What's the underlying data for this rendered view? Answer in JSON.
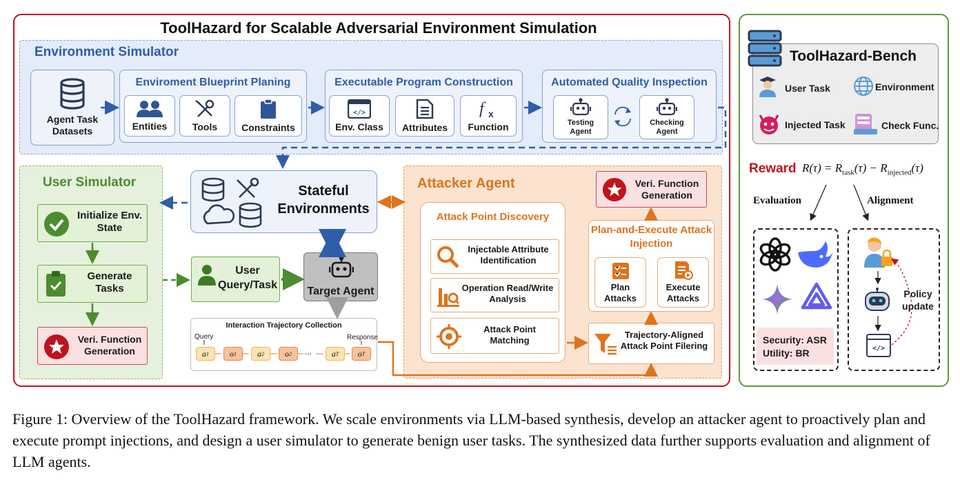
{
  "title": "ToolHazard for Scalable Adversarial Environment Simulation",
  "environment_simulator": {
    "title": "Environment Simulator",
    "datasets": "Agent Task Datasets",
    "blueprint": {
      "title": "Enviroment Blueprint Planing",
      "items": [
        "Entities",
        "Tools",
        "Constraints"
      ]
    },
    "program": {
      "title": "Executable Program Construction",
      "items": [
        "Env. Class",
        "Attributes",
        "Function"
      ]
    },
    "inspection": {
      "title": "Automated Quality Inspection",
      "testing": "Testing Agent",
      "checking": "Checking Agent"
    }
  },
  "stateful_env": "Stateful Environments",
  "user_simulator": {
    "title": "User Simulator",
    "steps": [
      "Initialize Env. State",
      "Generate Tasks",
      "Veri. Function Generation"
    ]
  },
  "user_query": "User Query/Task",
  "target_agent": "Target Agent",
  "trajectory": {
    "title": "Interaction Trajectory Collection",
    "query": "Query",
    "response": "Response",
    "ellipsis": "...",
    "tokens": [
      "a",
      "o",
      "a",
      "o",
      "a",
      "o"
    ],
    "subs": [
      "1",
      "1",
      "2",
      "2",
      "T",
      "T"
    ]
  },
  "attacker": {
    "title": "Attacker Agent",
    "veri": "Veri. Function Generation",
    "discovery": {
      "title": "Attack Point Discovery",
      "items": [
        "Injectable Attribute Identification",
        "Operation Read/Write Analysis",
        "Attack Point Matching"
      ]
    },
    "plan_exec": {
      "title": "Plan-and-Execute Attack Injection",
      "plan": "Plan Attacks",
      "execute": "Execute Attacks"
    },
    "filtering": "Trajectory-Aligned Attack Point Filering"
  },
  "bench": {
    "title": "ToolHazard-Bench",
    "items": [
      "User Task",
      "Environment",
      "Injected Task",
      "Check Func."
    ],
    "reward_label": "Reward",
    "reward_formula_lhs": "R(τ) = R",
    "reward_task_sub": "task",
    "reward_mid": "(τ) − R",
    "reward_inj_sub": "injected",
    "reward_end": "(τ)",
    "evaluation": "Evaluation",
    "alignment": "Alignment",
    "security": "Security: ASR",
    "utility": "Utility: BR",
    "policy_update": "Policy update"
  },
  "caption": "Figure 1: Overview of the ToolHazard framework. We scale environments via LLM-based synthesis, develop an attacker agent to proactively plan and execute prompt injections, and design a user simulator to generate benign user tasks. The synthesized data further supports evaluation and alignment of LLM agents.",
  "colors": {
    "main_frame": "#c0131b",
    "bench_frame": "#5a9a3a",
    "env_blue": "#2e5ea8",
    "user_green": "#4b8c2f",
    "attack_orange": "#e0731b"
  }
}
